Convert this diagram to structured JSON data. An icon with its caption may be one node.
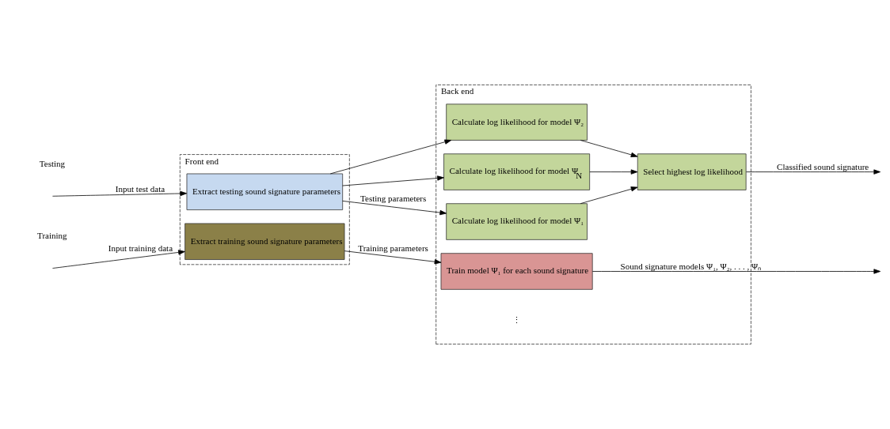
{
  "diagram": {
    "nodes": [
      {
        "text": [
          "Front end"
        ]
      },
      {
        "text": [
          "Back end"
        ]
      },
      {
        "text": [
          "Extract training sound signature parameters"
        ],
        "in": 0
      },
      {
        "text": [
          "Extract testing sound signature parameters"
        ],
        "in": 0
      },
      {
        "text": [
          "Train model Ψ₁ for each sound signature"
        ],
        "in": 1
      },
      {
        "text": [
          "Calculate log likelihood for model Ψ₁"
        ],
        "in": 1
      },
      {
        "text": [
          "Calculate log likelihood for model Ψ₂"
        ],
        "in": 1
      },
      {
        "text": [
          "Calculate log likelihood for model Ψ$_{N}$"
        ],
        "in": 1
      },
      {
        "text": [
          "Select highest log likelihood"
        ],
        "in": 1
      }
    ],
    "edges": [
      {
        "from": null,
        "to": 2,
        "arrow": "to",
        "label": "Input training data"
      },
      {
        "from": 2,
        "to": 4,
        "arrow": "to",
        "label": "Training parameters"
      },
      {
        "from": 4,
        "to": null,
        "arrow": "to",
        "label": "Sound signature models Ψ₁, Ψ₂, . . . , Ψₙ"
      },
      {
        "from": null,
        "to": 3,
        "arrow": "to",
        "label": "Input test data"
      },
      {
        "from": 3,
        "to": 5,
        "arrow": "to",
        "label": "Testing parameters"
      },
      {
        "from": 3,
        "to": 6,
        "arrow": "to"
      },
      {
        "from": 3,
        "to": 7,
        "arrow": "to"
      },
      {
        "from": 5,
        "to": 8,
        "arrow": "to"
      },
      {
        "from": 6,
        "to": 8,
        "arrow": "to"
      },
      {
        "from": 7,
        "to": 8,
        "arrow": "to"
      },
      {
        "from": 8,
        "to": null,
        "arrow": "to",
        "label": "Classified sound signature"
      }
    ],
    "labels": [
      "Training",
      "Testing",
      "⋮"
    ]
  }
}
